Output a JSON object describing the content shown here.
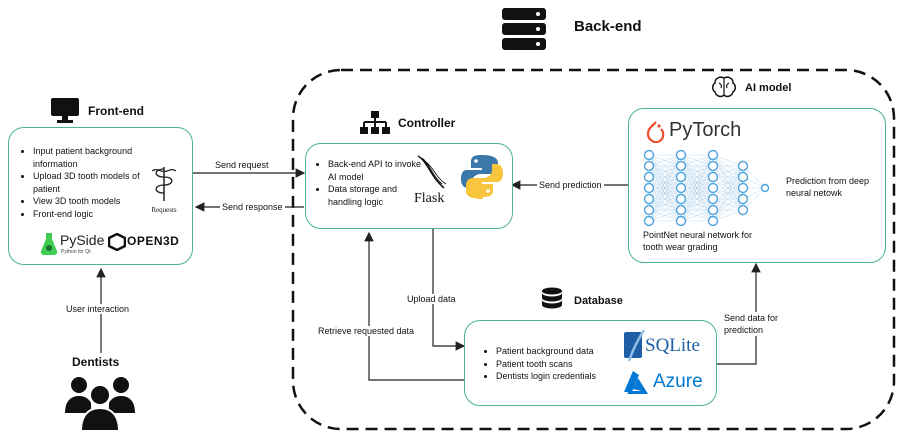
{
  "backend": {
    "title": "Back-end"
  },
  "frontend": {
    "title": "Front-end",
    "items": [
      "Input patient background information",
      "Upload 3D tooth models of patient",
      "View 3D tooth models",
      "Front-end logic"
    ],
    "logos": {
      "requests": "Requests",
      "pyside": "PySide",
      "pyside_sub": "Python for Qt",
      "open3d": "OPEN3D"
    }
  },
  "controller": {
    "title": "Controller",
    "items": [
      "Back-end API to invoke AI model",
      "Data storage and handling logic"
    ],
    "logos": {
      "flask": "Flask"
    }
  },
  "ai_model": {
    "title": "AI model",
    "logo": "PyTorch",
    "caption": "PointNet neural network for tooth wear grading",
    "output": "Prediction from deep neural netowk"
  },
  "database": {
    "title": "Database",
    "items": [
      "Patient background data",
      "Patient tooth scans",
      "Dentists login credentials"
    ],
    "logos": {
      "sqlite": "SQLite",
      "azure": "Azure"
    }
  },
  "dentists": {
    "title": "Dentists"
  },
  "edges": {
    "send_request": "Send request",
    "send_response": "Send response",
    "send_prediction": "Send prediction",
    "upload_data": "Upload data",
    "retrieve_data": "Retrieve requested data",
    "send_data_for_prediction": "Send data for prediction",
    "user_interaction": "User interaction"
  },
  "colors": {
    "box_border": "#4cb39a",
    "pytorch": "#ee4c2c",
    "nn_node": "#4aa3df",
    "azure": "#0078d4",
    "sqlite": "#1e5fa6"
  }
}
